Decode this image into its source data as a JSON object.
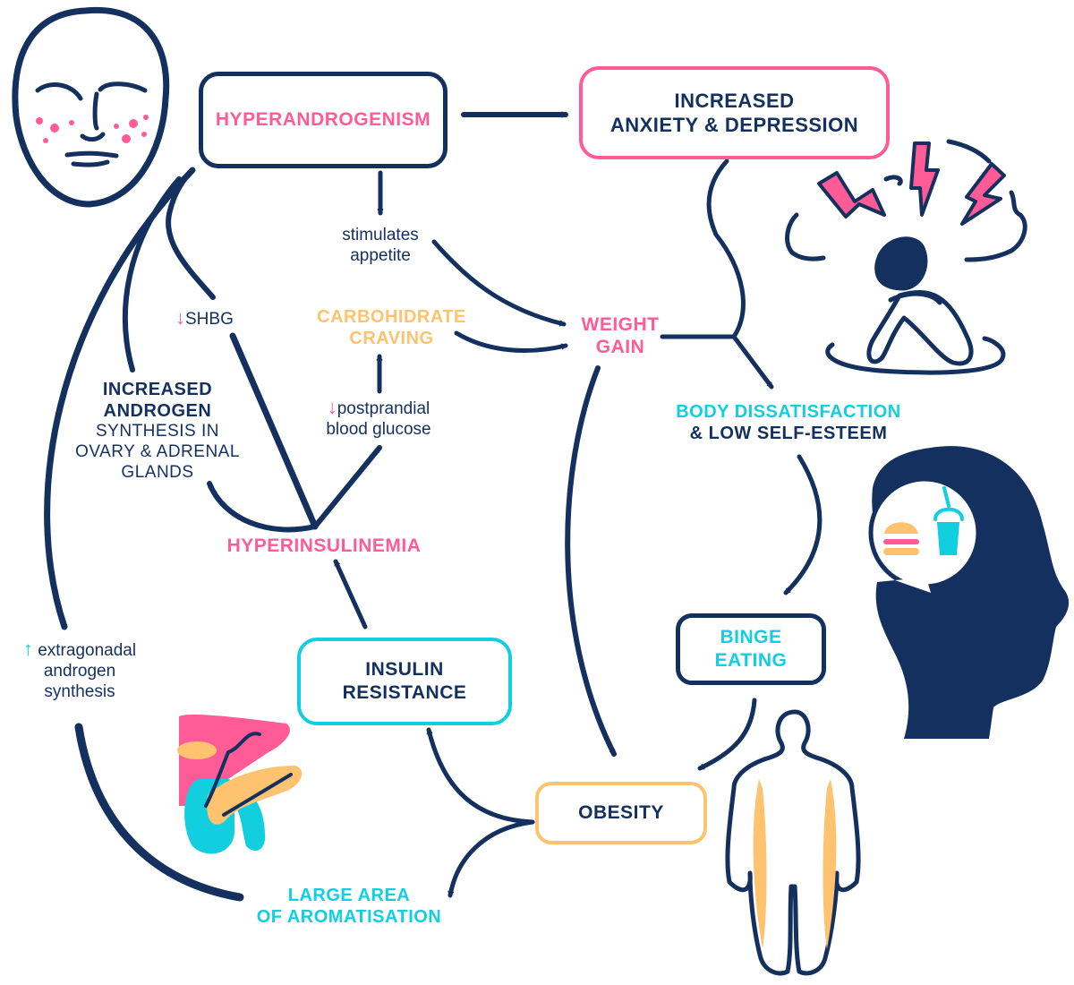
{
  "colors": {
    "navy": "#14305f",
    "pink": "#ff5c97",
    "orange": "#ffc26f",
    "cyan": "#12cfe0"
  },
  "nodes": {
    "hyperandrogenism": "HYPERANDROGENISM",
    "anxiety_line1": "INCREASED",
    "anxiety_line2": "ANXIETY & DEPRESSION",
    "stimulates_line1": "stimulates",
    "stimulates_line2": "appetite",
    "shbg_arrow": "↓",
    "shbg": "SHBG",
    "carb_line1": "CARBOHIDRATE",
    "carb_line2": "CRAVING",
    "weight_line1": "WEIGHT",
    "weight_line2": "GAIN",
    "androgen_line1": "INCREASED",
    "androgen_line2": "ANDROGEN",
    "androgen_line3": "SYNTHESIS IN",
    "androgen_line4": "OVARY & ADRENAL",
    "androgen_line5": "GLANDS",
    "glucose_arrow": "↓",
    "glucose_line1": "postprandial",
    "glucose_line2": "blood glucose",
    "body_line1": "BODY DISSATISFACTION",
    "body_line2": "& LOW SELF-ESTEEM",
    "hyperinsulinemia": "HYPERINSULINEMIA",
    "extragonadal_arrow": "↑",
    "extragonadal_line1": "extragonadal",
    "extragonadal_line2": "androgen",
    "extragonadal_line3": "synthesis",
    "insulin_line1": "INSULIN",
    "insulin_line2": "RESISTANCE",
    "binge_line1": "BINGE",
    "binge_line2": "EATING",
    "obesity": "OBESITY",
    "aromatisation_line1": "LARGE AREA",
    "aromatisation_line2": "OF AROMATISATION"
  },
  "icons": [
    "face-acne-icon",
    "anxious-person-icon",
    "food-thought-head-icon",
    "liver-pancreas-icon",
    "obese-body-icon"
  ]
}
